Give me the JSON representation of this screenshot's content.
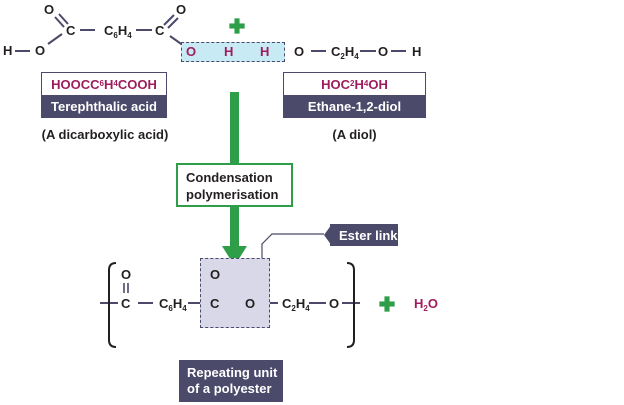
{
  "colors": {
    "accent_green": "#2e9e48",
    "highlight_magenta": "#9e1d5c",
    "label_dark": "#4b4a6b",
    "highlight_blue": "#c7eaf5",
    "ester_shade": "#d9d8e8"
  },
  "acid_structure": {
    "atoms": {
      "h_left": "H",
      "o_left": "O",
      "c_left": "C",
      "o_top_left": "O",
      "c6h4_main": "C",
      "c6h4_sub1": "6",
      "c6h4_h": "H",
      "c6h4_sub2": "4",
      "c_right": "C",
      "o_top_right": "O",
      "o_highlight": "O",
      "h_highlight": "H"
    }
  },
  "diol_structure": {
    "atoms": {
      "h_highlight": "H",
      "o_left": "O",
      "c2h4_main": "C",
      "c2h4_sub1": "2",
      "c2h4_h": "H",
      "c2h4_sub2": "4",
      "o_right": "O",
      "h_right": "H"
    }
  },
  "reactant_acid": {
    "formula_parts": [
      "HOOCC",
      "6",
      "H",
      "4",
      "COOH"
    ],
    "name": "Terephthalic acid",
    "caption": "(A dicarboxylic acid)"
  },
  "reactant_diol": {
    "formula_parts": [
      "HOC",
      "2",
      "H",
      "4",
      "OH"
    ],
    "name": "Ethane-1,2-diol",
    "caption": "(A diol)"
  },
  "process": {
    "line1": "Condensation",
    "line2": "polymerisation"
  },
  "ester_link_label": "Ester link",
  "polymer": {
    "atoms": {
      "o_top1": "O",
      "c1": "C",
      "c6h4_main": "C",
      "c6h4_sub1": "6",
      "c6h4_h": "H",
      "c6h4_sub2": "4",
      "o_top2": "O",
      "c2": "C",
      "o_mid": "O",
      "c2h4_main": "C",
      "c2h4_sub1": "2",
      "c2h4_h": "H",
      "c2h4_sub2": "4",
      "o_end": "O"
    }
  },
  "byproduct": {
    "main": "H",
    "sub": "2",
    "tail": "O"
  },
  "repeating_unit_label": {
    "line1": "Repeating unit",
    "line2": "of a polyester"
  }
}
